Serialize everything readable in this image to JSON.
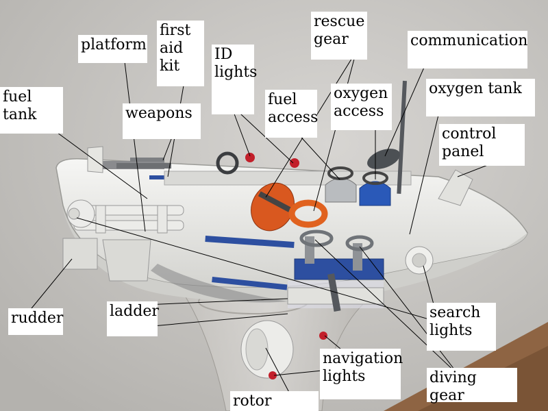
{
  "labels": {
    "platform": "platform",
    "first_aid_kit": "first\naid\nkit",
    "id_lights": "ID\nlights",
    "rescue_gear": "rescue\ngear",
    "communication": "communication",
    "fuel_tank": "fuel\ntank",
    "weapons": "weapons",
    "fuel_access": "fuel\naccess",
    "oxygen_access": "oxygen\naccess",
    "oxygen_tank": "oxygen tank",
    "control_panel": "control\npanel",
    "rudder": "rudder",
    "ladder": "ladder",
    "search_lights": "search\nlights",
    "navigation_lights": "navigation\nlights",
    "diving_gear": "diving gear",
    "rotor": "rotor"
  },
  "colors": {
    "wall": "#c9c7c4",
    "hull": "#e9e9e6",
    "stripe_blue": "#2d4fa0",
    "tank_orange": "#d9581f",
    "light_red": "#c21f2a",
    "table_wood": "#8e6443",
    "leader_line": "#000000"
  }
}
